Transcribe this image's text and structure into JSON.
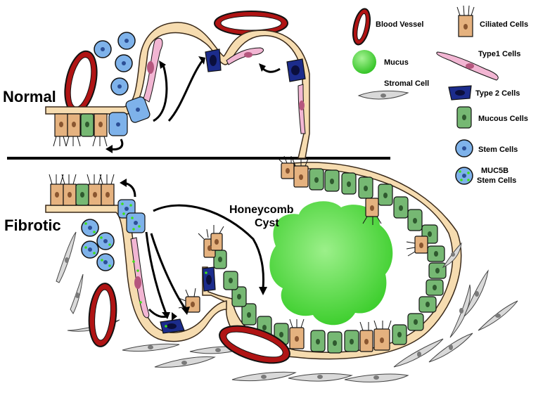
{
  "labels": {
    "normal": "Normal",
    "fibrotic": "Fibrotic",
    "honeycomb_line1": "Honeycomb",
    "honeycomb_line2": "Cyst"
  },
  "legend": [
    {
      "name": "blood-vessel",
      "label": "Blood Vessel"
    },
    {
      "name": "mucus",
      "label": "Mucus"
    },
    {
      "name": "stromal-cell",
      "label": "Stromal Cell"
    },
    {
      "name": "ciliated-cells",
      "label": "Ciliated Cells"
    },
    {
      "name": "type1-cells",
      "label": "Type1 Cells"
    },
    {
      "name": "type2-cells",
      "label": "Type 2 Cells"
    },
    {
      "name": "mucous-cells",
      "label": "Mucous Cells"
    },
    {
      "name": "stem-cells",
      "label": "Stem Cells"
    },
    {
      "name": "muc5b-stem-cells",
      "label": "MUC5B",
      "label2": "Stem Cells"
    }
  ],
  "colors": {
    "membrane": "#f6dcb0",
    "membrane_edge": "#3a2a1a",
    "ciliated": "#e5b27f",
    "ciliated_nucleus": "#8a5630",
    "type1": "#f2b6d3",
    "type1_nucleus": "#b5577e",
    "type2": "#1c2c8c",
    "type2_nucleus": "#0b0f3d",
    "mucous": "#76b873",
    "mucous_nucleus": "#2f5a2f",
    "stem": "#7eb2ea",
    "stem_nucleus": "#2c4f96",
    "muc5b_dot": "#3ee01a",
    "mucus": "#5ee04f",
    "stromal": "#d9d9d9",
    "stromal_nucleus": "#7a7a7a",
    "vessel": "#b01414",
    "vessel_rbc": "#500000"
  }
}
